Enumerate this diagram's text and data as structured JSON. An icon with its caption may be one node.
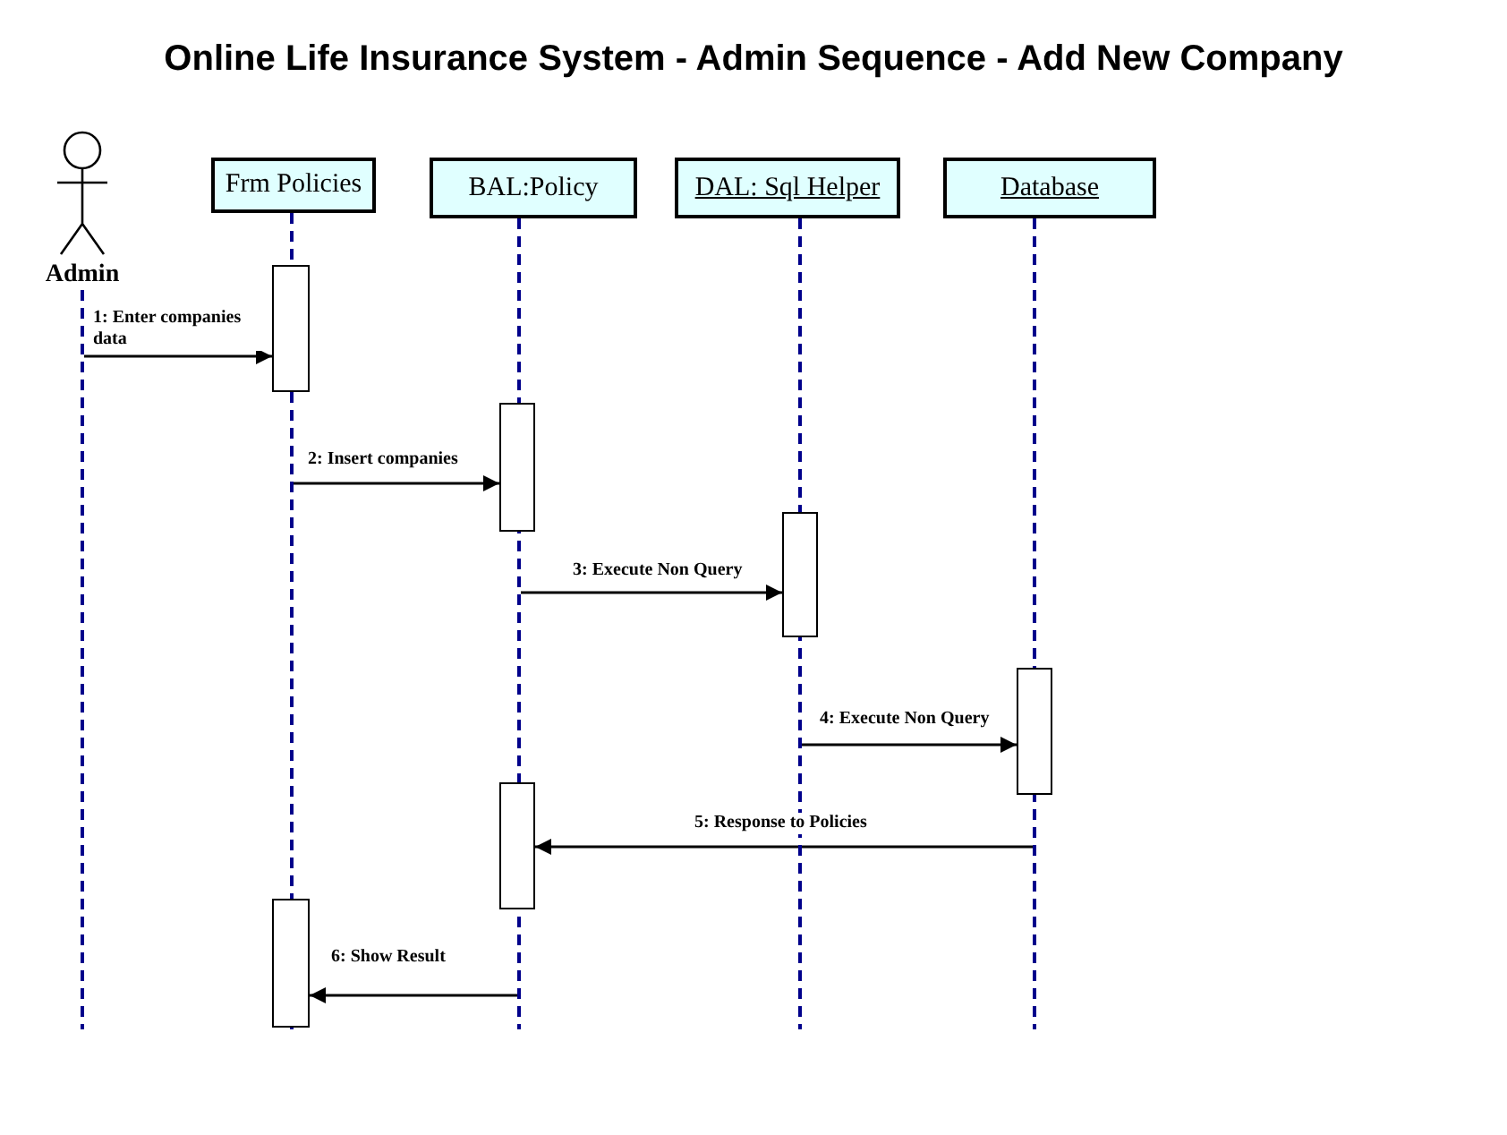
{
  "diagram": {
    "title": "Online Life Insurance System - Admin Sequence - Add New Company",
    "nodes": [
      {
        "text": [
          "Admin"
        ]
      },
      {
        "text": [
          "Frm Policies"
        ]
      },
      {
        "text": [
          "BAL:Policy"
        ]
      },
      {
        "text": [
          "DAL: Sql Helper"
        ]
      },
      {
        "text": [
          "Database"
        ]
      },
      {
        "text": [],
        "shape": "bar"
      },
      {
        "text": [],
        "shape": "bar"
      },
      {
        "text": [],
        "shape": "bar"
      },
      {
        "text": [],
        "shape": "bar"
      },
      {
        "text": [],
        "shape": "bar"
      },
      {
        "text": [],
        "shape": "bar"
      },
      {
        "text": [],
        "shape": "line"
      },
      {
        "text": [],
        "shape": "line"
      },
      {
        "text": [],
        "shape": "line"
      },
      {
        "text": [],
        "shape": "line"
      },
      {
        "text": [],
        "shape": "line"
      }
    ],
    "edges": [
      {
        "from": 11,
        "to": 5,
        "arrow": "to",
        "label": "1: Enter companies data"
      },
      {
        "from": 12,
        "to": 6,
        "arrow": "to",
        "label": "2: Insert companies"
      },
      {
        "from": 13,
        "to": 7,
        "arrow": "to",
        "label": "3: Execute Non Query"
      },
      {
        "from": 14,
        "to": 8,
        "arrow": "to",
        "label": "4: Execute Non Query"
      },
      {
        "from": 15,
        "to": 9,
        "arrow": "to",
        "label": "5: Response to Policies"
      },
      {
        "from": 13,
        "to": 10,
        "arrow": "to",
        "label": "6: Show Result"
      }
    ]
  }
}
